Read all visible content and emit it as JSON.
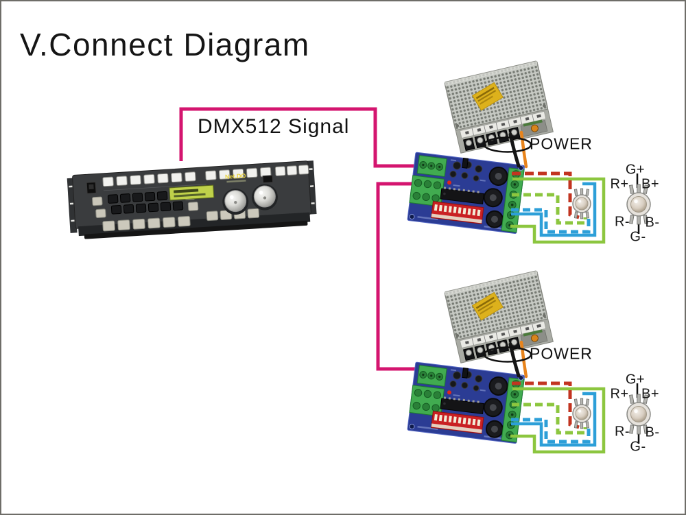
{
  "page": {
    "title": "V.Connect Diagram"
  },
  "signal": {
    "label": "DMX512 Signal"
  },
  "console": {
    "brand": "Net.DO"
  },
  "sections": [
    {
      "power_label": "POWER",
      "led_pinout": {
        "top_center": "G+",
        "top_left": "R+",
        "top_right": "B+",
        "bottom_left": "R-",
        "bottom_right": "B-",
        "bottom_center": "G-"
      }
    },
    {
      "power_label": "POWER",
      "led_pinout": {
        "top_center": "G+",
        "top_left": "R+",
        "top_right": "B+",
        "bottom_left": "R-",
        "bottom_right": "B-",
        "bottom_center": "G-"
      }
    }
  ],
  "colors": {
    "signal_wire": "#d4156f",
    "red_wire": "#c23420",
    "green_wire": "#8cc63f",
    "blue_wire": "#2d9fd8",
    "orange_wire": "#e8841c",
    "black_wire": "#161616"
  }
}
